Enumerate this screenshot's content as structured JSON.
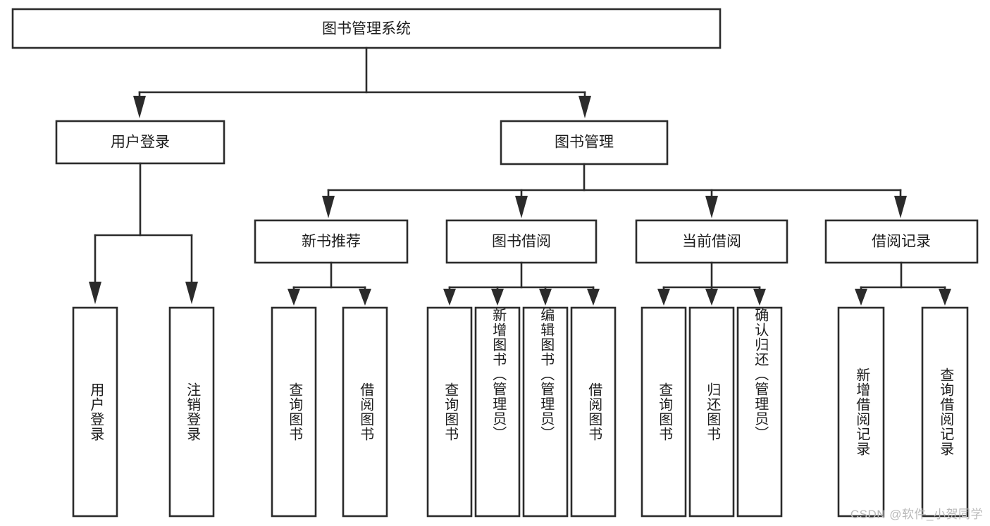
{
  "diagram": {
    "title": "图书管理系统",
    "type": "hierarchy-tree",
    "colors": {
      "stroke": "#2b2b2b",
      "box_fill": "#ffffff",
      "text": "#1d1d1d",
      "background": "#ffffff",
      "watermark": "#b9b9b9"
    },
    "root": {
      "label": "图书管理系统"
    },
    "level2": [
      {
        "label": "用户登录"
      },
      {
        "label": "图书管理"
      }
    ],
    "level3": [
      {
        "label": "新书推荐"
      },
      {
        "label": "图书借阅"
      },
      {
        "label": "当前借阅"
      },
      {
        "label": "借阅记录"
      }
    ],
    "leaves": {
      "user_login": [
        {
          "label": "用户登录"
        },
        {
          "label": "注销登录"
        }
      ],
      "new_book_recommend": [
        {
          "label": "查询图书"
        },
        {
          "label": "借阅图书"
        }
      ],
      "book_borrow": [
        {
          "label": "查询图书"
        },
        {
          "label": "新增图书（管理员）"
        },
        {
          "label": "编辑图书（管理员）"
        },
        {
          "label": "借阅图书"
        }
      ],
      "current_borrow": [
        {
          "label": "查询图书"
        },
        {
          "label": "归还图书"
        },
        {
          "label": "确认归还（管理员）"
        }
      ],
      "borrow_record": [
        {
          "label": "新增借阅记录"
        },
        {
          "label": "查询借阅记录"
        }
      ]
    },
    "watermark": "CSDN @软件_小贺同学"
  },
  "chart_data": {
    "type": "table",
    "title": "图书管理系统",
    "nodes": [
      {
        "id": "root",
        "label": "图书管理系统",
        "level": 0,
        "parent": null
      },
      {
        "id": "n_user_login",
        "label": "用户登录",
        "level": 1,
        "parent": "root"
      },
      {
        "id": "n_book_mgmt",
        "label": "图书管理",
        "level": 1,
        "parent": "root"
      },
      {
        "id": "n_recommend",
        "label": "新书推荐",
        "level": 2,
        "parent": "n_book_mgmt"
      },
      {
        "id": "n_borrow",
        "label": "图书借阅",
        "level": 2,
        "parent": "n_book_mgmt"
      },
      {
        "id": "n_current",
        "label": "当前借阅",
        "level": 2,
        "parent": "n_book_mgmt"
      },
      {
        "id": "n_record",
        "label": "借阅记录",
        "level": 2,
        "parent": "n_book_mgmt"
      },
      {
        "id": "l_login_1",
        "label": "用户登录",
        "level": 2,
        "parent": "n_user_login"
      },
      {
        "id": "l_login_2",
        "label": "注销登录",
        "level": 2,
        "parent": "n_user_login"
      },
      {
        "id": "l_rec_1",
        "label": "查询图书",
        "level": 3,
        "parent": "n_recommend"
      },
      {
        "id": "l_rec_2",
        "label": "借阅图书",
        "level": 3,
        "parent": "n_recommend"
      },
      {
        "id": "l_bor_1",
        "label": "查询图书",
        "level": 3,
        "parent": "n_borrow"
      },
      {
        "id": "l_bor_2",
        "label": "新增图书（管理员）",
        "level": 3,
        "parent": "n_borrow"
      },
      {
        "id": "l_bor_3",
        "label": "编辑图书（管理员）",
        "level": 3,
        "parent": "n_borrow"
      },
      {
        "id": "l_bor_4",
        "label": "借阅图书",
        "level": 3,
        "parent": "n_borrow"
      },
      {
        "id": "l_cur_1",
        "label": "查询图书",
        "level": 3,
        "parent": "n_current"
      },
      {
        "id": "l_cur_2",
        "label": "归还图书",
        "level": 3,
        "parent": "n_current"
      },
      {
        "id": "l_cur_3",
        "label": "确认归还（管理员）",
        "level": 3,
        "parent": "n_current"
      },
      {
        "id": "l_recd_1",
        "label": "新增借阅记录",
        "level": 3,
        "parent": "n_record"
      },
      {
        "id": "l_recd_2",
        "label": "查询借阅记录",
        "level": 3,
        "parent": "n_record"
      }
    ]
  }
}
